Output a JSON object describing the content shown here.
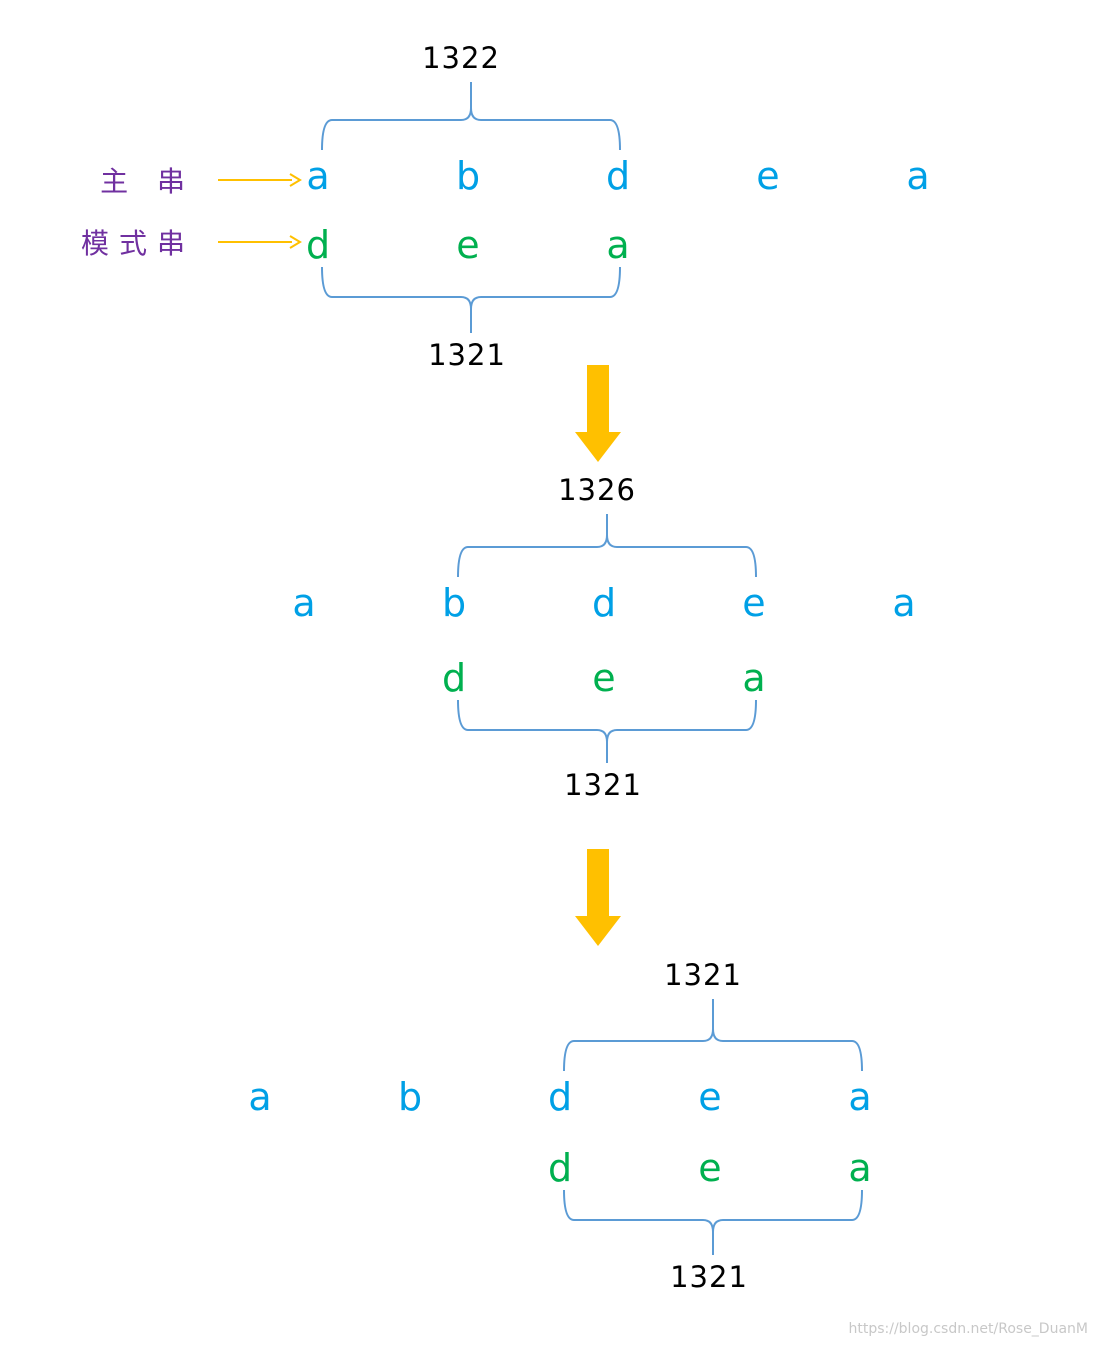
{
  "labels": {
    "main_string": "主 串",
    "pattern_string": "模式串"
  },
  "colors": {
    "main_char": "#00a0e6",
    "pattern_char": "#00b04f",
    "brace": "#5b9bd5",
    "label_arrow": "#ffc000",
    "step_arrow": "#ffc000",
    "label_text": "#7030a0"
  },
  "steps": [
    {
      "main": [
        "a",
        "b",
        "d",
        "e",
        "a"
      ],
      "pattern": [
        "d",
        "e",
        "a"
      ],
      "window_start": 0,
      "window_hash": "1322",
      "pattern_hash": "1321"
    },
    {
      "main": [
        "a",
        "b",
        "d",
        "e",
        "a"
      ],
      "pattern": [
        "d",
        "e",
        "a"
      ],
      "window_start": 1,
      "window_hash": "1326",
      "pattern_hash": "1321"
    },
    {
      "main": [
        "a",
        "b",
        "d",
        "e",
        "a"
      ],
      "pattern": [
        "d",
        "e",
        "a"
      ],
      "window_start": 2,
      "window_hash": "1321",
      "pattern_hash": "1321"
    }
  ],
  "watermark": "https://blog.csdn.net/Rose_DuanM"
}
